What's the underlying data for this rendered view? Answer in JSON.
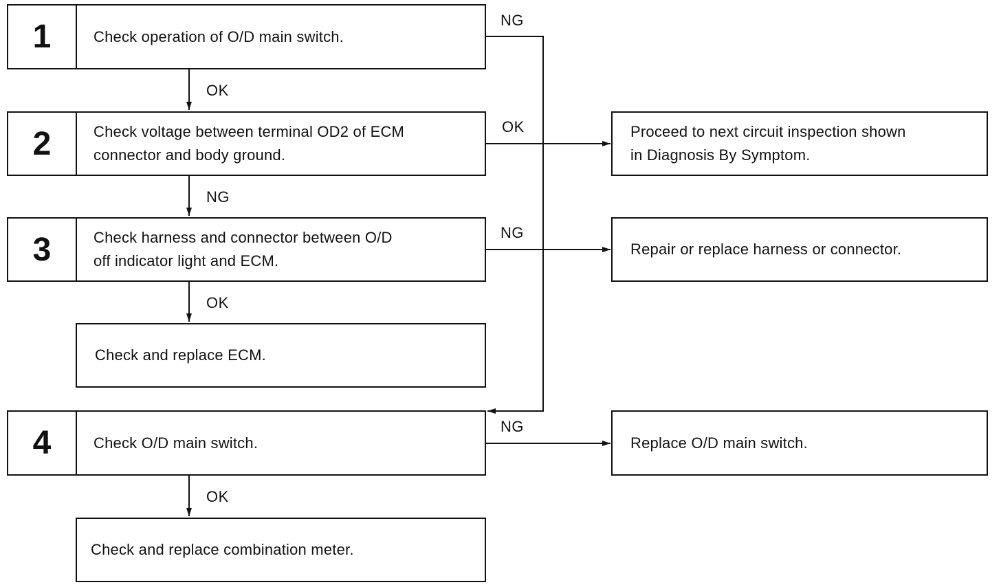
{
  "steps": [
    {
      "number": "1",
      "text": "Check operation of O/D main switch."
    },
    {
      "number": "2",
      "text": "Check voltage between terminal OD2 of ECM\nconnector and body ground."
    },
    {
      "number": "3",
      "text": "Check harness and connector between O/D\noff indicator light and ECM."
    },
    {
      "number": "4",
      "text": "Check O/D main switch."
    }
  ],
  "results": {
    "proceed_next": "Proceed to next circuit inspection shown\nin Diagnosis By Symptom.",
    "repair_harness": "Repair or replace harness or connector.",
    "replace_switch": "Replace O/D main switch.",
    "replace_ecm": "Check and replace ECM.",
    "replace_meter": "Check and replace combination meter."
  },
  "labels": {
    "step1_ng": "NG",
    "step1_ok": "OK",
    "step2_ok": "OK",
    "step2_ng": "NG",
    "step3_ng": "NG",
    "step3_ok": "OK",
    "step4_ng": "NG",
    "step4_ok": "OK"
  }
}
